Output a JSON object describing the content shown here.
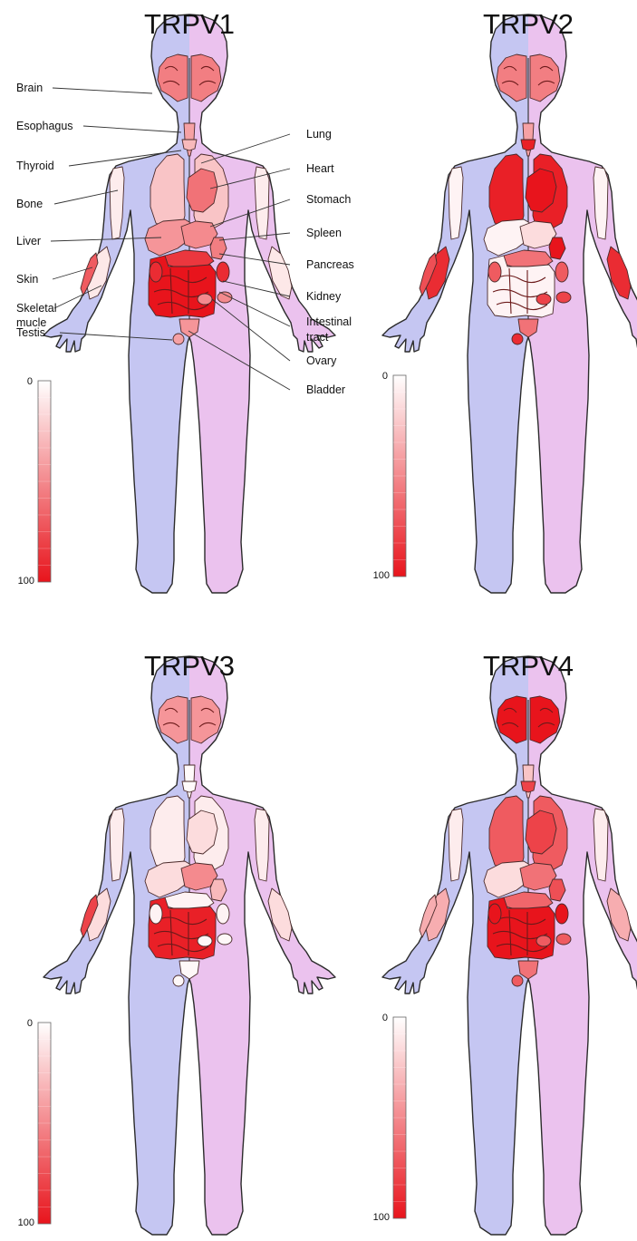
{
  "panels": [
    {
      "title": "TRPV1",
      "scale": {
        "min_label": "0",
        "max_label": "100"
      },
      "levels": {
        "brain": 55,
        "esophagus": 40,
        "thyroid": 30,
        "lung": 25,
        "heart": 60,
        "bone": 8,
        "liver": 45,
        "stomach": 50,
        "spleen": 55,
        "pancreas": 85,
        "kidney": 90,
        "intestine": 100,
        "skin": 70,
        "skeletal_muscle": 10,
        "testis": 40,
        "ovary": 50,
        "bladder": 45
      }
    },
    {
      "title": "TRPV2",
      "scale": {
        "min_label": "0",
        "max_label": "100"
      },
      "levels": {
        "brain": 55,
        "esophagus": 40,
        "thyroid": 95,
        "lung": 95,
        "heart": 100,
        "bone": 5,
        "liver": 5,
        "stomach": 15,
        "spleen": 100,
        "pancreas": 60,
        "kidney": 70,
        "intestine": 5,
        "skin": 75,
        "skeletal_muscle": 90,
        "testis": 90,
        "ovary": 80,
        "bladder": 60
      }
    },
    {
      "title": "TRPV3",
      "scale": {
        "min_label": "0",
        "max_label": "100"
      },
      "levels": {
        "brain": 45,
        "esophagus": 2,
        "thyroid": 2,
        "lung": 8,
        "heart": 15,
        "bone": 8,
        "liver": 15,
        "stomach": 50,
        "spleen": 30,
        "pancreas": 5,
        "kidney": 5,
        "intestine": 95,
        "skin": 80,
        "skeletal_muscle": 15,
        "testis": 3,
        "ovary": 3,
        "bladder": 3
      }
    },
    {
      "title": "TRPV4",
      "scale": {
        "min_label": "0",
        "max_label": "100"
      },
      "levels": {
        "brain": 100,
        "esophagus": 25,
        "thyroid": 80,
        "lung": 70,
        "heart": 80,
        "bone": 8,
        "liver": 15,
        "stomach": 60,
        "spleen": 75,
        "pancreas": 65,
        "kidney": 100,
        "intestine": 100,
        "skin": 35,
        "skeletal_muscle": 35,
        "testis": 70,
        "ovary": 70,
        "bladder": 60
      }
    }
  ],
  "organ_labels": {
    "left": [
      "Brain",
      "Esophagus",
      "Thyroid",
      "Bone",
      "Liver",
      "Skin",
      "Skeletal",
      "mucle",
      "Testis"
    ],
    "right": [
      "Lung",
      "Heart",
      "Stomach",
      "Spleen",
      "Pancreas",
      "Kidney",
      "Intestinal",
      "tract",
      "Ovary",
      "Bladder"
    ]
  },
  "colors": {
    "male_side": "#c5c6f2",
    "female_side": "#ebc2ee",
    "outline": "#2b2b2b",
    "level_min": "#ffffff",
    "level_max": "#e8141c"
  }
}
